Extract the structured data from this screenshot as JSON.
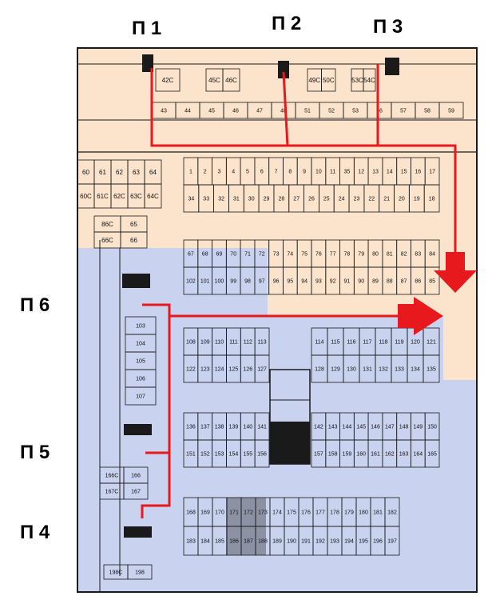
{
  "entrances": {
    "p1": "П 1",
    "p2": "П 2",
    "p3": "П 3",
    "p4": "П 4",
    "p5": "П 5",
    "p6": "П 6"
  },
  "colors": {
    "zone_orange": "#fbe3cc",
    "zone_blue": "#c9d2ee",
    "route": "#e8191c",
    "wall": "#1a1a1a",
    "stair_dark": "#1a1a1a"
  },
  "top_row": {
    "left": [
      "42C",
      "45C",
      "46C",
      "49C",
      "50C",
      "53C",
      "54C"
    ],
    "right": [
      "43",
      "44",
      "45",
      "46",
      "47",
      "48",
      "51",
      "52",
      "53",
      "56",
      "57",
      "58",
      "59"
    ]
  },
  "west_upper": [
    "60",
    "61",
    "62",
    "63",
    "64",
    "60C",
    "61C",
    "62C",
    "63C",
    "64C"
  ],
  "west_mid": [
    "86C",
    "65",
    "66C",
    "66"
  ],
  "block_a": {
    "top": [
      "1",
      "2",
      "3",
      "4",
      "5",
      "6",
      "7",
      "8",
      "9",
      "10",
      "11",
      "35",
      "12",
      "13",
      "14",
      "15",
      "16",
      "17"
    ],
    "bottom": [
      "34",
      "33",
      "32",
      "31",
      "30",
      "29",
      "28",
      "27",
      "26",
      "25",
      "24",
      "23",
      "22",
      "21",
      "20",
      "19",
      "18"
    ]
  },
  "block_b": {
    "top": [
      "67",
      "68",
      "69",
      "70",
      "71",
      "72",
      "73",
      "74",
      "75",
      "76",
      "77",
      "78",
      "79",
      "80",
      "81",
      "82",
      "83",
      "84"
    ],
    "bottom": [
      "102",
      "101",
      "100",
      "99",
      "98",
      "97",
      "96",
      "95",
      "94",
      "93",
      "92",
      "91",
      "90",
      "89",
      "88",
      "87",
      "86",
      "85"
    ]
  },
  "west_stack": [
    "103",
    "104",
    "105",
    "106",
    "107"
  ],
  "block_c": {
    "top_left": [
      "108",
      "109",
      "110",
      "111",
      "112",
      "113"
    ],
    "top_right": [
      "114",
      "115",
      "116",
      "117",
      "118",
      "119",
      "120",
      "121"
    ],
    "bottom_left": [
      "122",
      "123",
      "124",
      "125",
      "126",
      "127"
    ],
    "bottom_right": [
      "128",
      "129",
      "130",
      "131",
      "132",
      "133",
      "134",
      "135"
    ]
  },
  "block_d": {
    "top_left": [
      "136",
      "137",
      "138",
      "139",
      "140",
      "141"
    ],
    "top_right": [
      "142",
      "143",
      "144",
      "145",
      "146",
      "147",
      "148",
      "149",
      "150"
    ],
    "bottom_left": [
      "151",
      "152",
      "153",
      "154",
      "155",
      "156"
    ],
    "bottom_right": [
      "157",
      "158",
      "159",
      "160",
      "161",
      "162",
      "163",
      "164",
      "165"
    ]
  },
  "west_low": [
    "166C",
    "166",
    "167C",
    "167"
  ],
  "block_e": {
    "top": [
      "168",
      "169",
      "170",
      "171",
      "172",
      "173",
      "174",
      "175",
      "176",
      "177",
      "178",
      "179",
      "180",
      "181",
      "182"
    ],
    "bottom": [
      "183",
      "184",
      "185",
      "186",
      "187",
      "188",
      "189",
      "190",
      "191",
      "192",
      "193",
      "194",
      "195",
      "196",
      "197"
    ]
  },
  "bottom_misc": [
    "198C",
    "198"
  ]
}
